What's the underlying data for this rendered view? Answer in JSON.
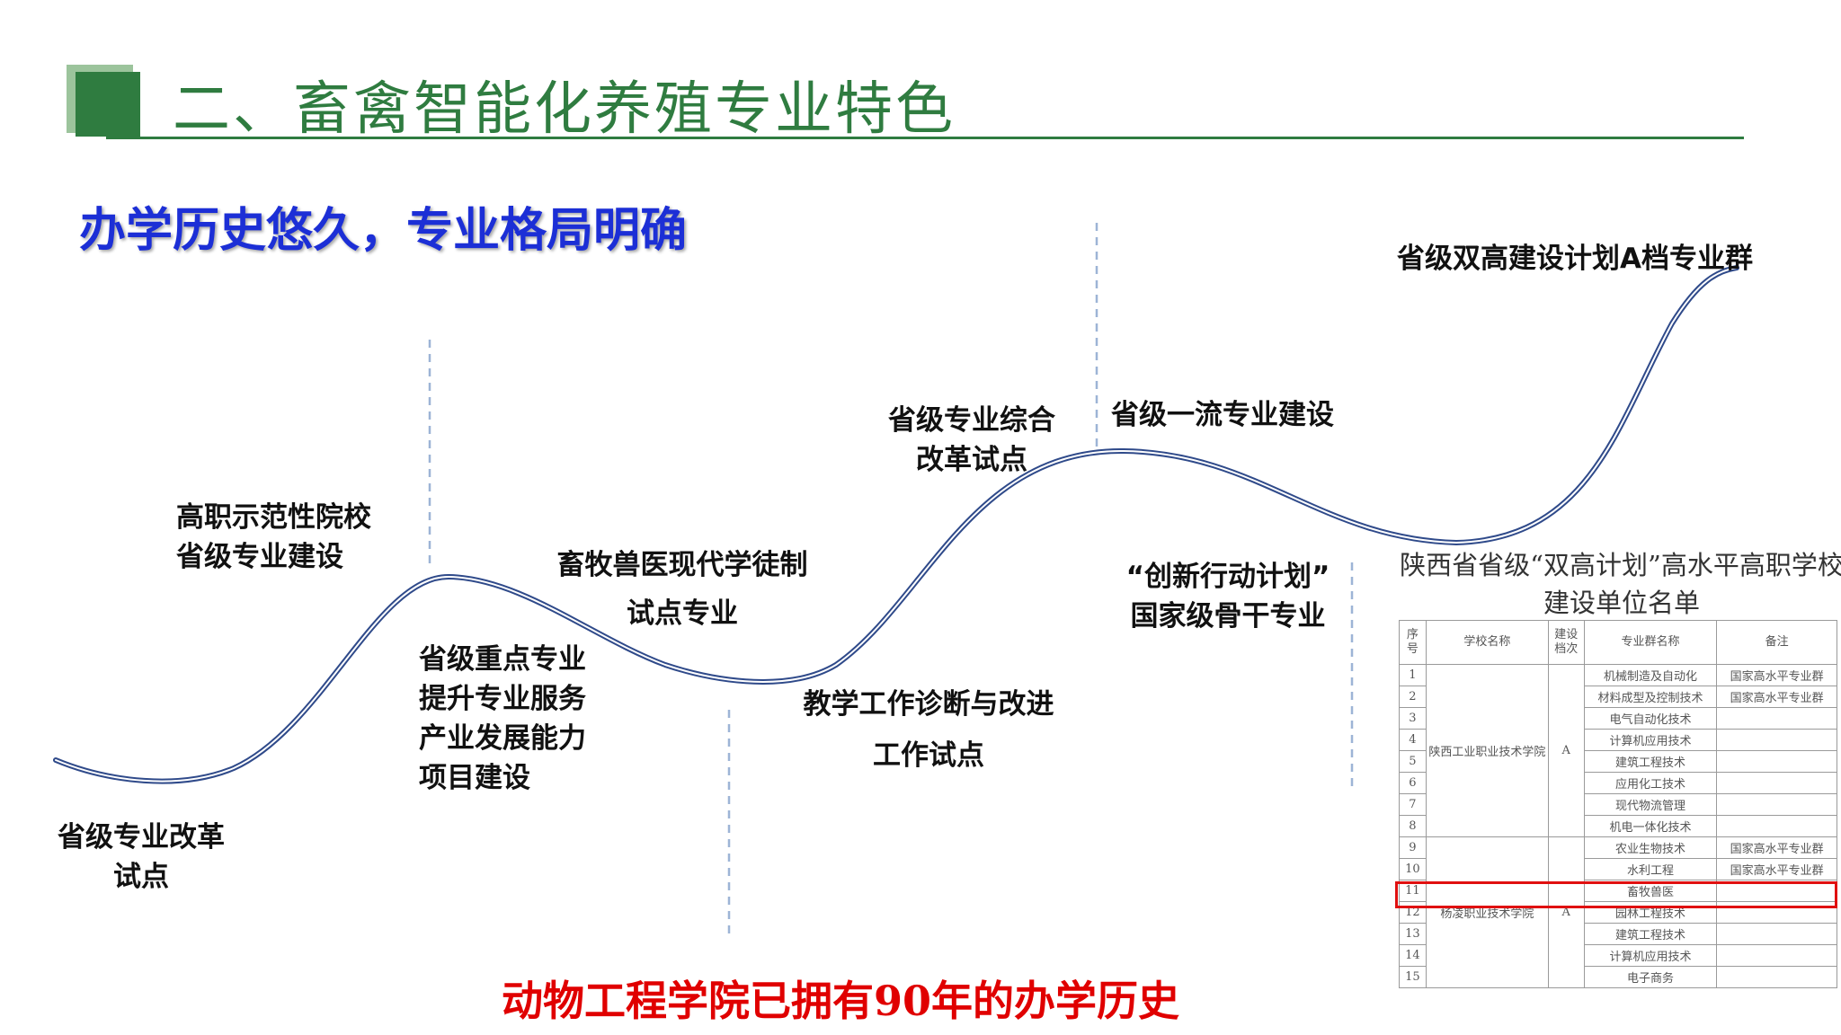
{
  "header": {
    "title": "二、畜禽智能化养殖专业特色",
    "accent_color": "#2f7c40"
  },
  "subtitle": "办学历史悠久，专业格局明确",
  "milestones": [
    {
      "lines": [
        "省级专业改革",
        "试点"
      ]
    },
    {
      "lines": [
        "高职示范性院校",
        "省级专业建设"
      ]
    },
    {
      "lines": [
        "省级重点专业",
        "提升专业服务",
        "产业发展能力",
        "项目建设"
      ]
    },
    {
      "lines": [
        "畜牧兽医现代学徒制",
        "试点专业"
      ]
    },
    {
      "lines": [
        "教学工作诊断与改进",
        "工作试点"
      ]
    },
    {
      "lines": [
        "省级专业综合",
        "改革试点"
      ]
    },
    {
      "lines": [
        "省级一流专业建设"
      ]
    },
    {
      "lines": [
        "“创新行动计划”",
        "国家级骨干专业"
      ]
    },
    {
      "lines": [
        "省级双高建设计划A档专业群"
      ]
    }
  ],
  "footer": "动物工程学院已拥有90年的办学历史",
  "table": {
    "title_lines": [
      "陕西省省级“双高计划”高水平高职学校",
      "建设单位名单"
    ],
    "headers": {
      "index": [
        "序",
        "号"
      ],
      "school": "学校名称",
      "level": [
        "建设",
        "档次"
      ],
      "group": "专业群名称",
      "note": "备注"
    },
    "schools": [
      {
        "name": "陕西工业职业技术学院",
        "level": "A"
      },
      {
        "name": "杨凌职业技术学院",
        "level": "A"
      }
    ],
    "rows": [
      {
        "no": "1",
        "group": "机械制造及自动化",
        "note": "国家高水平专业群"
      },
      {
        "no": "2",
        "group": "材料成型及控制技术",
        "note": "国家高水平专业群"
      },
      {
        "no": "3",
        "group": "电气自动化技术",
        "note": ""
      },
      {
        "no": "4",
        "group": "计算机应用技术",
        "note": ""
      },
      {
        "no": "5",
        "group": "建筑工程技术",
        "note": ""
      },
      {
        "no": "6",
        "group": "应用化工技术",
        "note": ""
      },
      {
        "no": "7",
        "group": "现代物流管理",
        "note": ""
      },
      {
        "no": "8",
        "group": "机电一体化技术",
        "note": ""
      },
      {
        "no": "9",
        "group": "农业生物技术",
        "note": "国家高水平专业群"
      },
      {
        "no": "10",
        "group": "水利工程",
        "note": "国家高水平专业群"
      },
      {
        "no": "11",
        "group": "畜牧兽医",
        "note": ""
      },
      {
        "no": "12",
        "group": "园林工程技术",
        "note": ""
      },
      {
        "no": "13",
        "group": "建筑工程技术",
        "note": ""
      },
      {
        "no": "14",
        "group": "计算机应用技术",
        "note": ""
      },
      {
        "no": "15",
        "group": "电子商务",
        "note": ""
      }
    ],
    "highlight_row": "11",
    "highlight_color": "#e01010"
  },
  "colors": {
    "subtitle": "#1c2fd6",
    "curve": "#2f4a8a",
    "divider": "#9db4d6",
    "footer": "#e00000"
  }
}
